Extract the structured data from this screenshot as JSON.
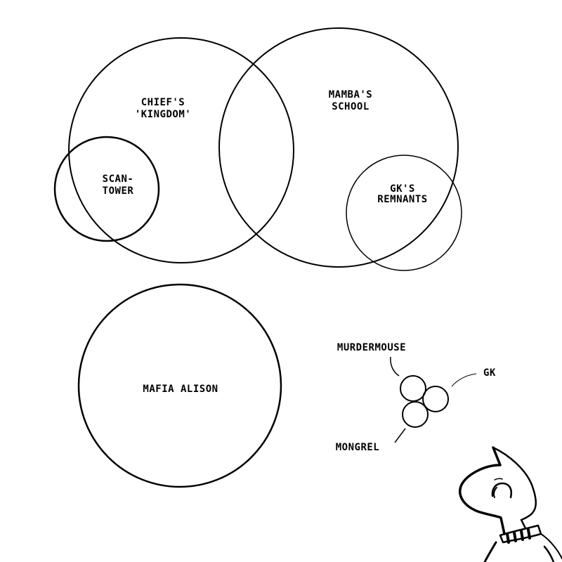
{
  "groups": [
    {
      "id": "chiefs-kingdom",
      "lines": [
        "CHIEF'S",
        "'KINGDOM'"
      ]
    },
    {
      "id": "mambas-school",
      "lines": [
        "MAMBA'S",
        "SCHOOL"
      ]
    },
    {
      "id": "scan-tower",
      "lines": [
        "SCAN-",
        "TOWER"
      ]
    },
    {
      "id": "gks-remnants",
      "lines": [
        "GK'S",
        "REMNANTS"
      ]
    },
    {
      "id": "mafia-alison",
      "lines": [
        "MAFIA ALISON"
      ]
    }
  ],
  "individuals": {
    "murdermouse": "MURDERMOUSE",
    "gk": "GK",
    "mongrel": "MONGREL"
  },
  "colors": {
    "stroke": "#000000",
    "background": "#ffffff"
  }
}
